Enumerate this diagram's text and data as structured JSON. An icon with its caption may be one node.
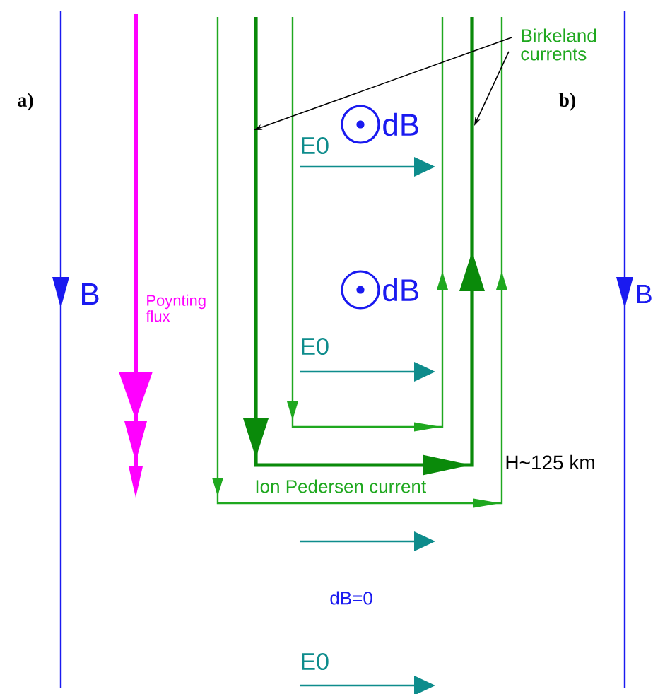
{
  "diagram": {
    "nodes": [
      {
        "text": [
          "Birkeland currents"
        ]
      },
      {
        "text": [],
        "shape": "line"
      }
    ],
    "edges": [
      {
        "from": 0,
        "to": 1,
        "arrow": "to"
      },
      {
        "from": 0,
        "to": 1,
        "arrow": "to"
      }
    ],
    "labels": [
      "a)",
      "b)",
      "dB",
      "E0",
      "B",
      "dB",
      "B",
      "Poynting flux",
      "E0",
      "H~125 km",
      "Ion Pedersen current",
      "dB=0",
      "E0"
    ]
  }
}
